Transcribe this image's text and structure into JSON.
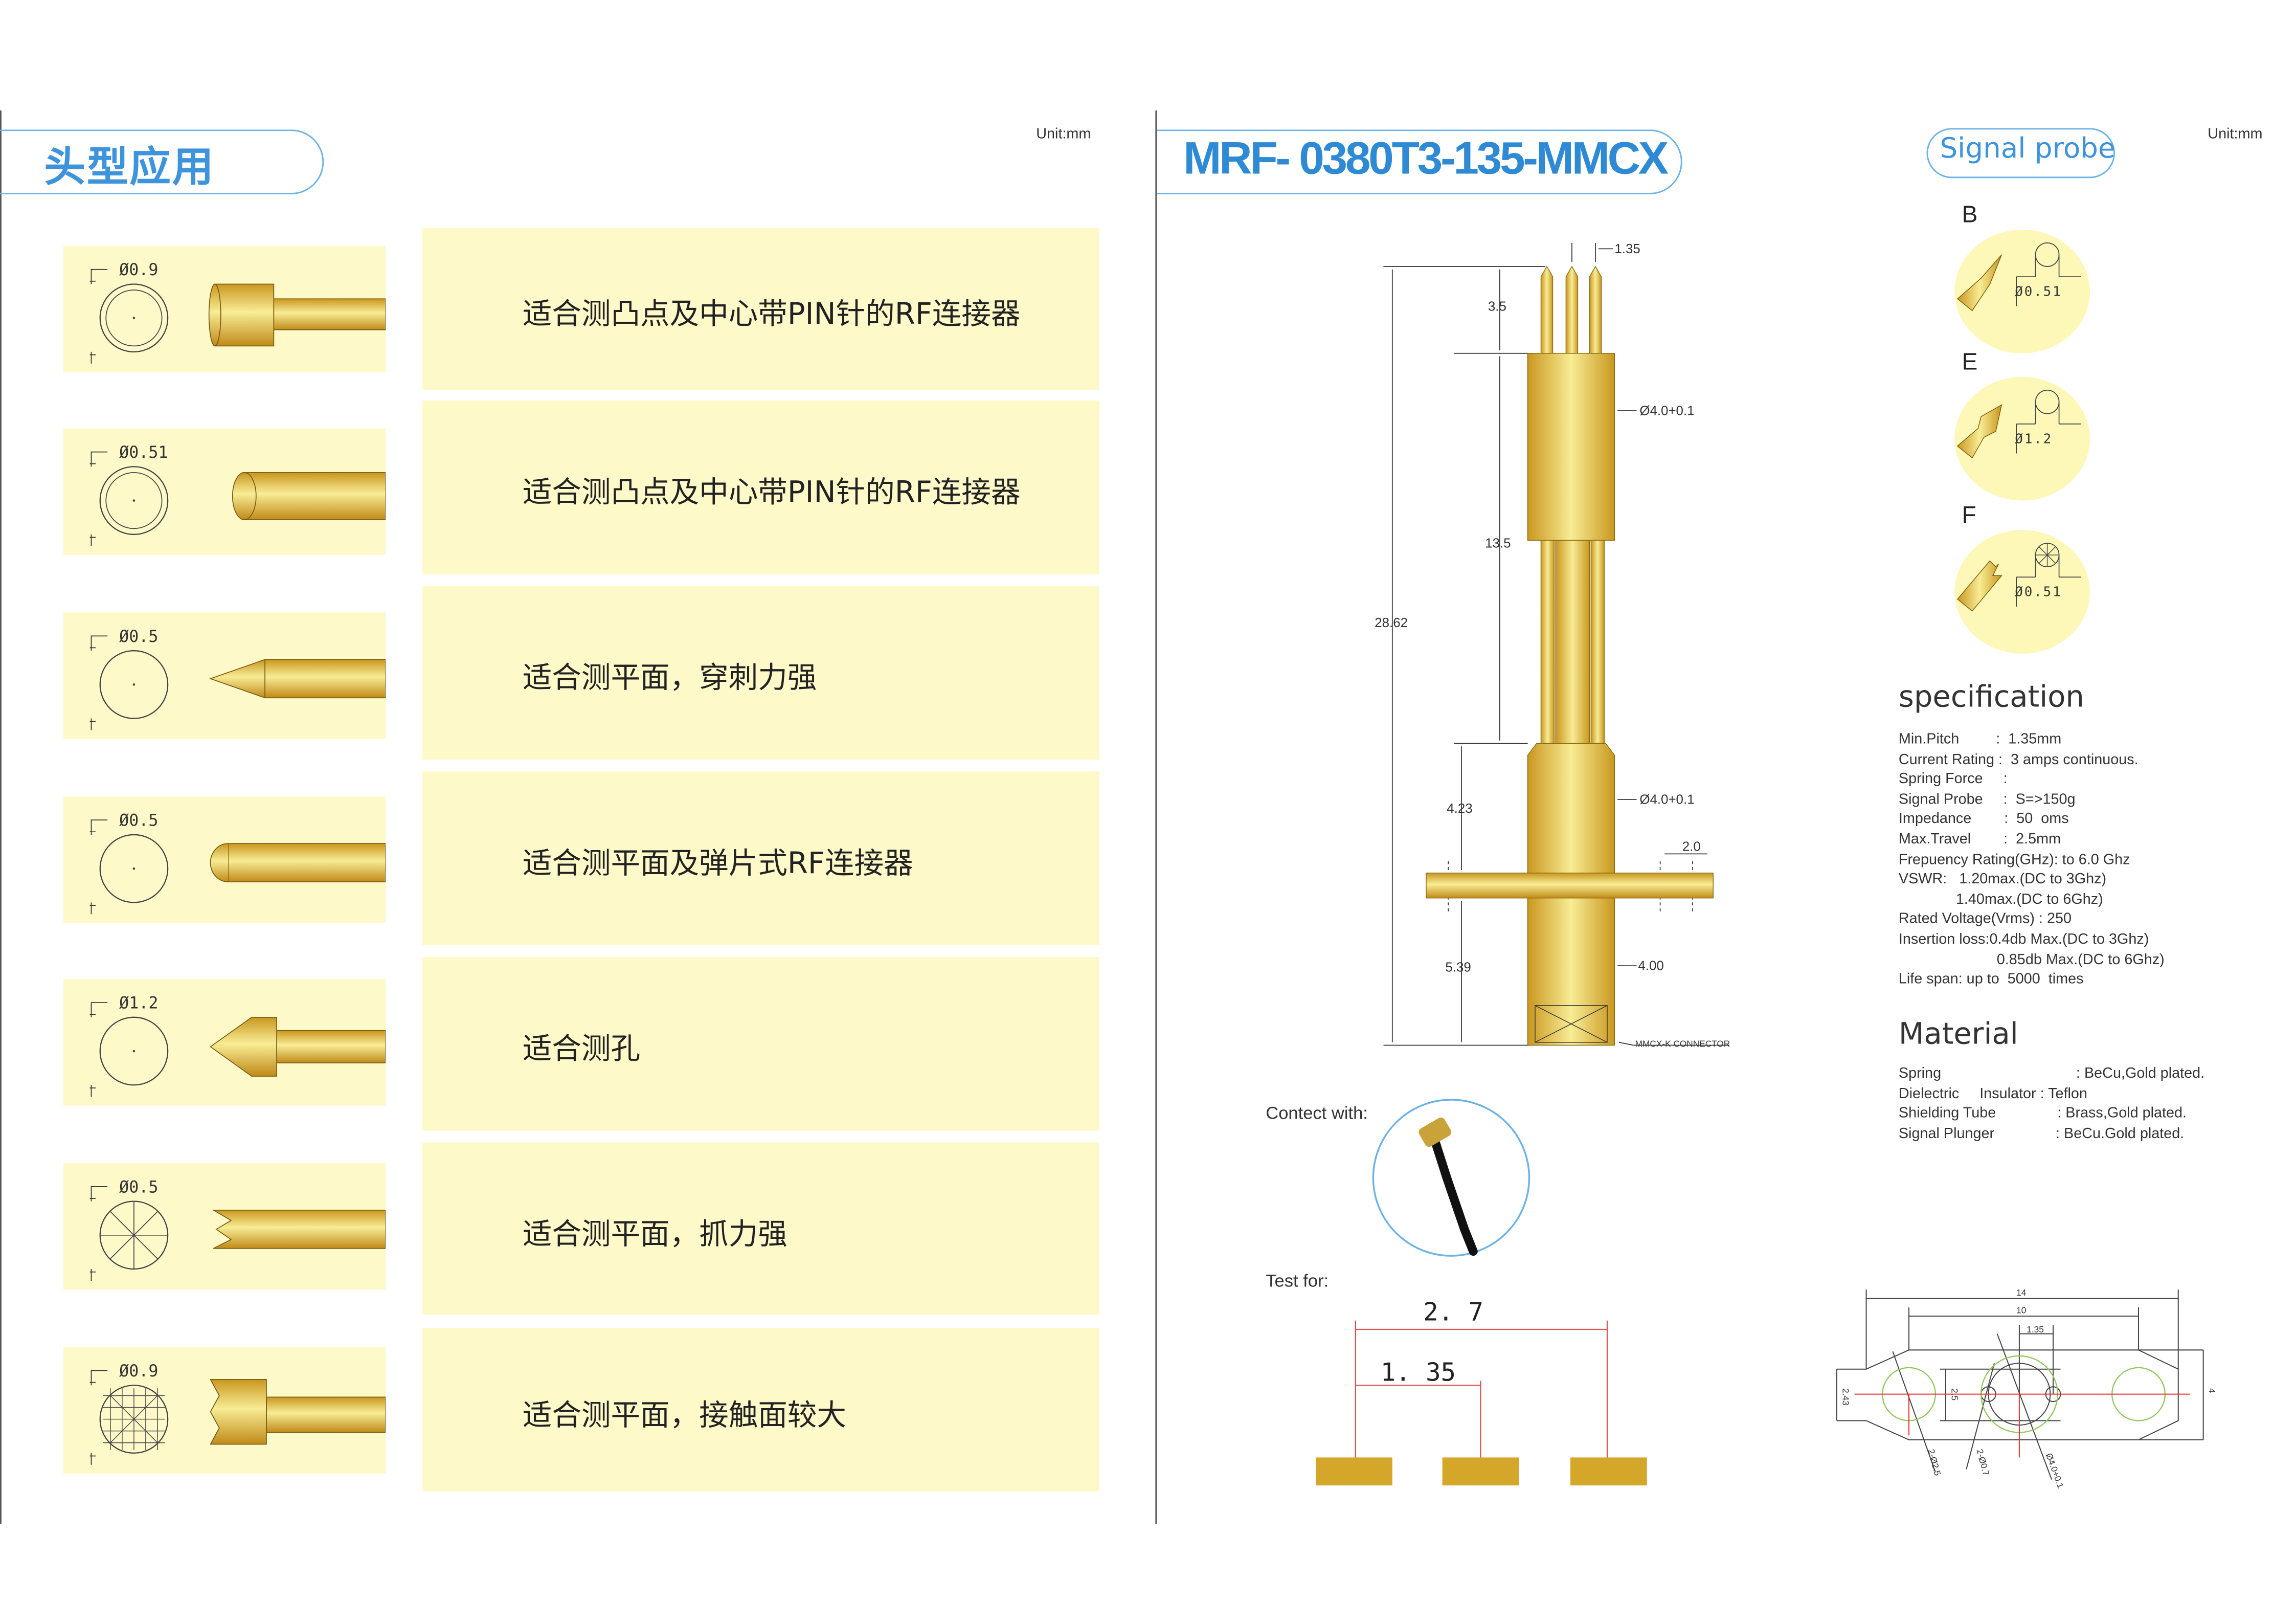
{
  "left": {
    "title": "头型应用",
    "unit": "Unit:mm",
    "rows": [
      {
        "tip": "cup",
        "diameter": "Ø0.9",
        "text": "适合测凸点及中心带PIN针的RF连接器"
      },
      {
        "tip": "flat",
        "diameter": "Ø0.51",
        "text": "适合测凸点及中心带PIN针的RF连接器"
      },
      {
        "tip": "cone",
        "diameter": "Ø0.5",
        "text": "适合测平面，穿刺力强"
      },
      {
        "tip": "ball",
        "diameter": "Ø0.5",
        "text": "适合测平面及弹片式RF连接器"
      },
      {
        "tip": "shoulder-cone",
        "diameter": "Ø1.2",
        "text": "适合测孔"
      },
      {
        "tip": "crown",
        "diameter": "Ø0.5",
        "text": "适合测平面，抓力强"
      },
      {
        "tip": "multi-crown",
        "diameter": "Ø0.9",
        "text": "适合测平面，接触面较大"
      }
    ]
  },
  "right": {
    "model": "MRF- 0380T3-135-MMCX",
    "signal_probe_label": "Signal probe",
    "unit": "Unit:mm",
    "probes": [
      {
        "letter": "B",
        "diameter": "Ø0.51"
      },
      {
        "letter": "E",
        "diameter": "Ø1.2"
      },
      {
        "letter": "F",
        "diameter": "Ø0.51"
      }
    ],
    "drawing": {
      "dims": {
        "pitch": "1.35",
        "tip_len": "3.5",
        "body_len": "13.5",
        "total": "28.62",
        "upper_dia": "Ø4.0+0.1",
        "lower_dia": "Ø4.0+0.1",
        "flange": "2.0",
        "h1": "4.23",
        "h2": "5.39",
        "bottom_dia": "4.00",
        "connector": "MMCX-K CONNECTOR"
      }
    },
    "contact_label": "Contect with:",
    "test_label": "Test for:",
    "test_dims": {
      "outer": "2. 7",
      "inner": "1. 35"
    },
    "spec": {
      "heading": "specification",
      "lines": [
        "Min.Pitch         :  1.35mm",
        "Current Rating :  3 amps continuous.",
        "Spring Force     :",
        "Signal Probe     :  S=>150g",
        "Impedance        :  50  oms",
        "Max.Travel        :  2.5mm",
        "Frepuency Rating(GHz): to 6.0 Ghz",
        "VSWR:   1.20max.(DC to 3Ghz)",
        "              1.40max.(DC to 6Ghz)",
        "Rated Voltage(Vrms) : 250",
        "Insertion loss:0.4db Max.(DC to 3Ghz)",
        "                        0.85db Max.(DC to 6Ghz)",
        "Life span: up to  5000  times"
      ]
    },
    "material": {
      "heading": "Material",
      "lines": [
        "Spring                                 : BeCu,Gold plated.",
        "Dielectric     Insulator : Teflon",
        "Shielding Tube               : Brass,Gold plated.",
        "Signal Plunger               : BeCu.Gold plated."
      ]
    },
    "footprint": {
      "w14": "14",
      "w10": "10",
      "pitch": "1.35",
      "h243": "2.43",
      "h25": "2.5",
      "h4": "4",
      "d1": "2-Ø2.5",
      "d2": "2-Ø0.7",
      "d3": "Ø4.0+0.1"
    }
  },
  "colors": {
    "accent": "#3d93dc",
    "panel": "#fdf9c9",
    "gold": "#e0b83a",
    "pad": "#d4a62a"
  }
}
